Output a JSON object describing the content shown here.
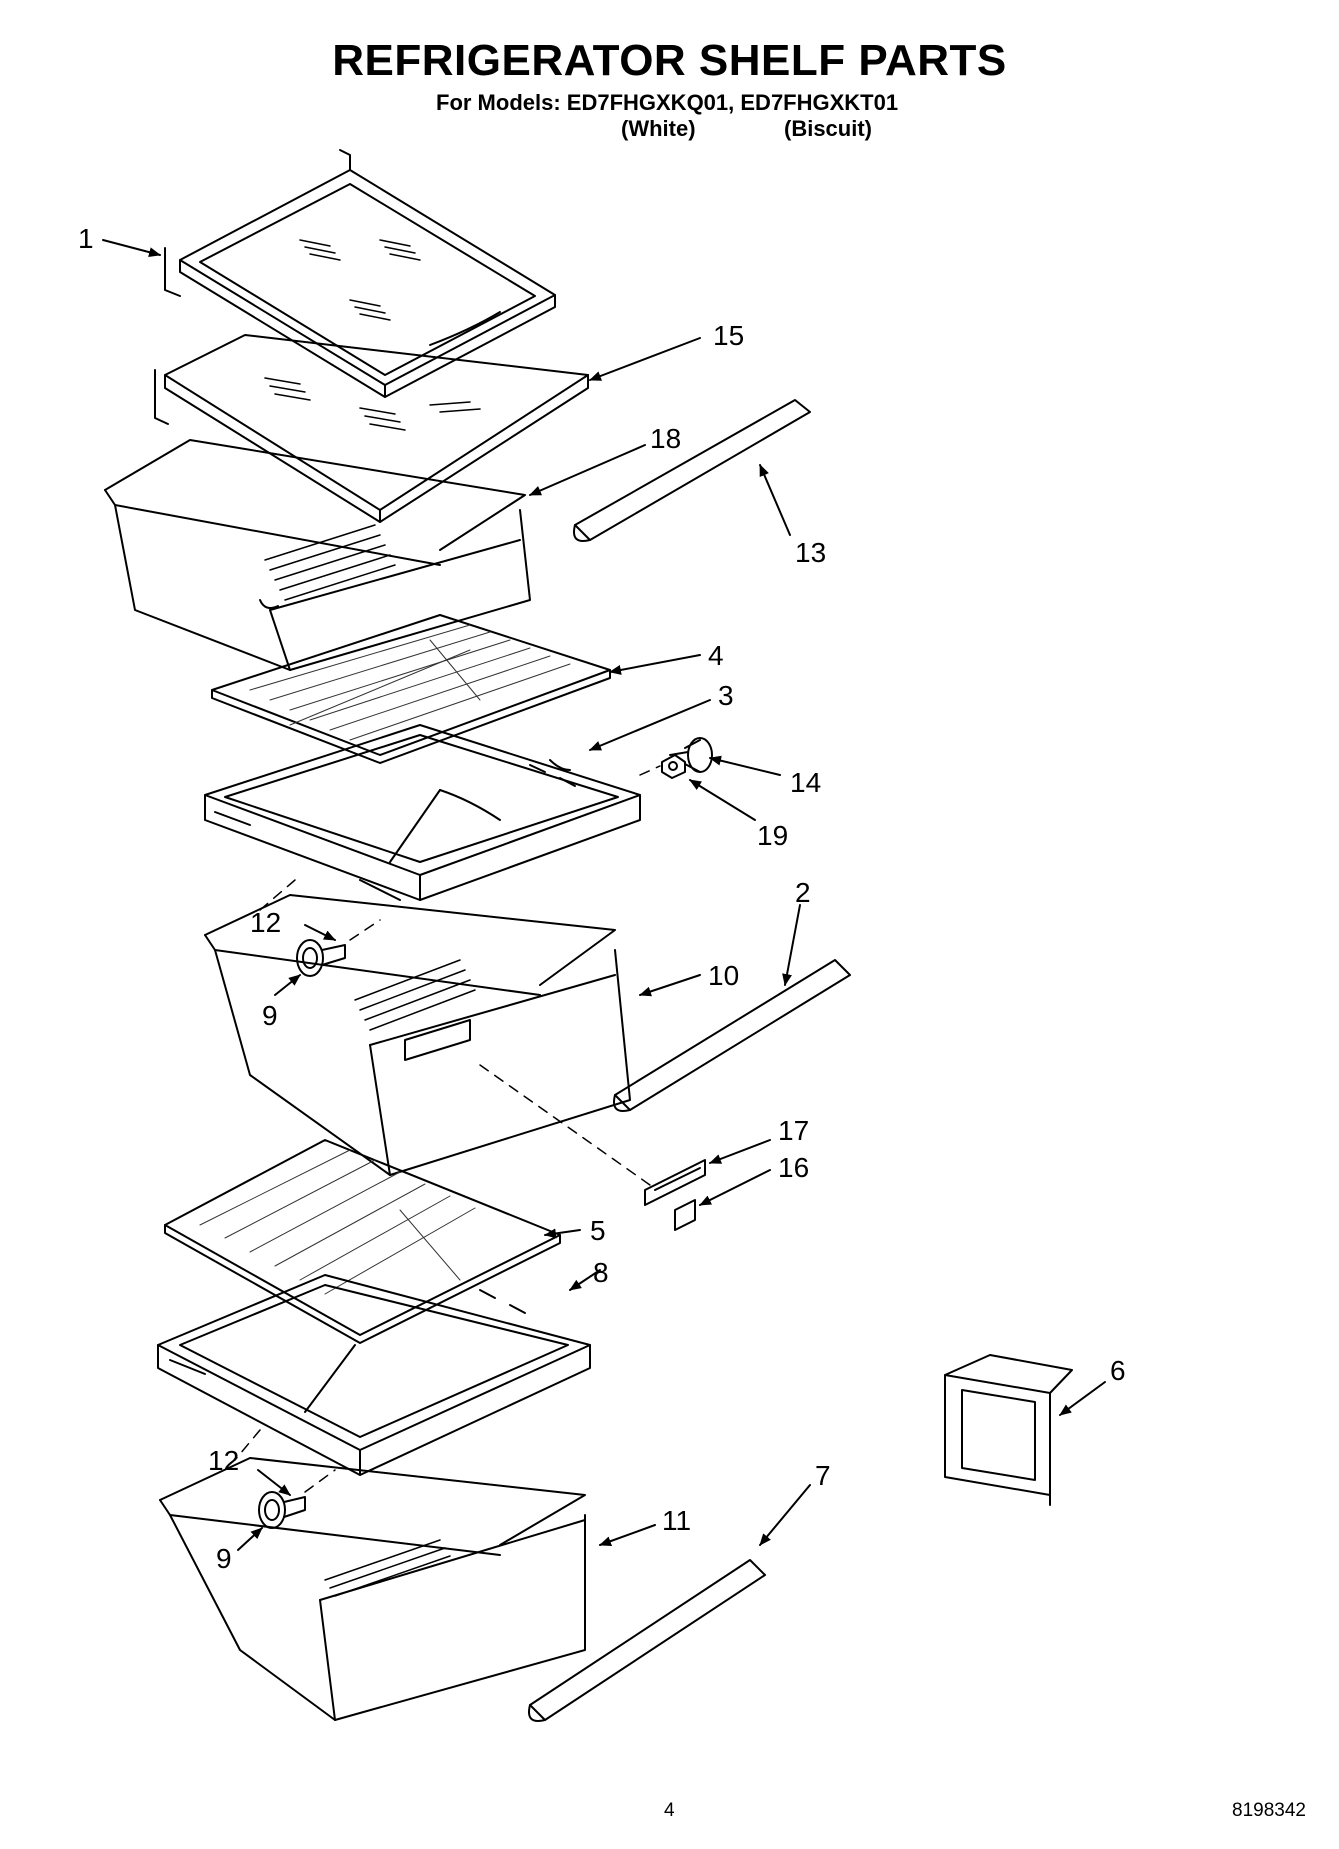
{
  "header": {
    "title": "REFRIGERATOR SHELF PARTS",
    "subtitle": "For Models: ED7FHGXKQ01, ED7FHGXKT01",
    "variants": [
      "(White)",
      "(Biscuit)"
    ]
  },
  "callouts": [
    {
      "id": "c1",
      "label": "1"
    },
    {
      "id": "c15",
      "label": "15"
    },
    {
      "id": "c18",
      "label": "18"
    },
    {
      "id": "c13",
      "label": "13"
    },
    {
      "id": "c4",
      "label": "4"
    },
    {
      "id": "c3",
      "label": "3"
    },
    {
      "id": "c14",
      "label": "14"
    },
    {
      "id": "c19",
      "label": "19"
    },
    {
      "id": "c2",
      "label": "2"
    },
    {
      "id": "c12a",
      "label": "12"
    },
    {
      "id": "c9a",
      "label": "9"
    },
    {
      "id": "c10",
      "label": "10"
    },
    {
      "id": "c17",
      "label": "17"
    },
    {
      "id": "c16",
      "label": "16"
    },
    {
      "id": "c5",
      "label": "5"
    },
    {
      "id": "c8",
      "label": "8"
    },
    {
      "id": "c6",
      "label": "6"
    },
    {
      "id": "c12b",
      "label": "12"
    },
    {
      "id": "c7",
      "label": "7"
    },
    {
      "id": "c11",
      "label": "11"
    },
    {
      "id": "c9b",
      "label": "9"
    }
  ],
  "footer": {
    "page_number": "4",
    "document_number": "8198342"
  }
}
